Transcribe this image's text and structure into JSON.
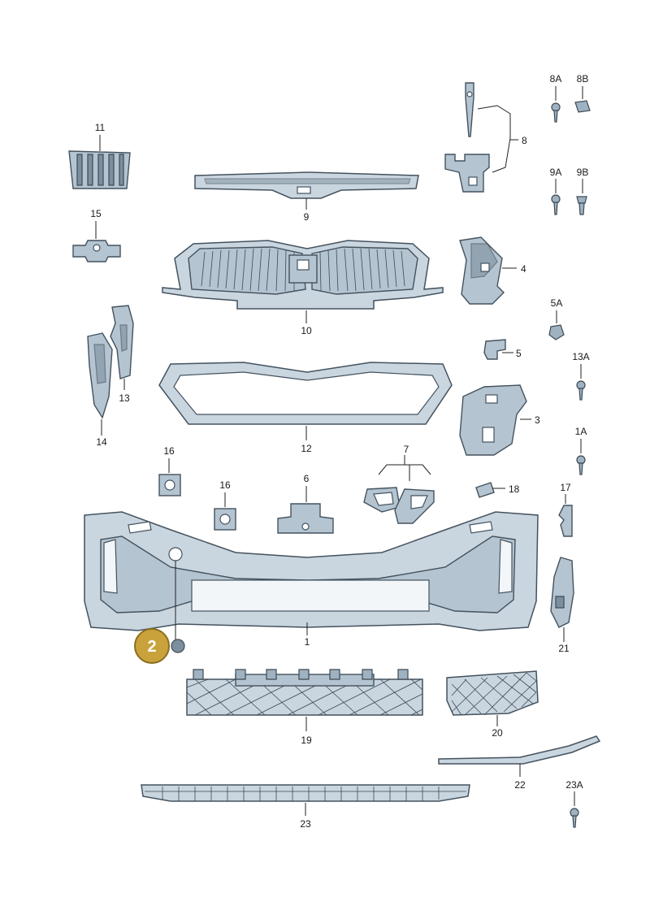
{
  "labels": {
    "l1": "1",
    "l2": "2",
    "l3": "3",
    "l4": "4",
    "l5": "5",
    "l5a": "5A",
    "l6": "6",
    "l7": "7",
    "l8": "8",
    "l8a": "8A",
    "l8b": "8B",
    "l9": "9",
    "l9a": "9A",
    "l9b": "9B",
    "l10": "10",
    "l11": "11",
    "l12": "12",
    "l13": "13",
    "l13a": "13A",
    "l14": "14",
    "l15": "15",
    "l16a": "16",
    "l16b": "16",
    "l17": "17",
    "l18": "18",
    "l19": "19",
    "l20": "20",
    "l1a": "1A",
    "l21": "21",
    "l22": "22",
    "l23": "23",
    "l23a": "23A"
  },
  "highlight": {
    "label": "2",
    "color": "#c9a23c"
  }
}
